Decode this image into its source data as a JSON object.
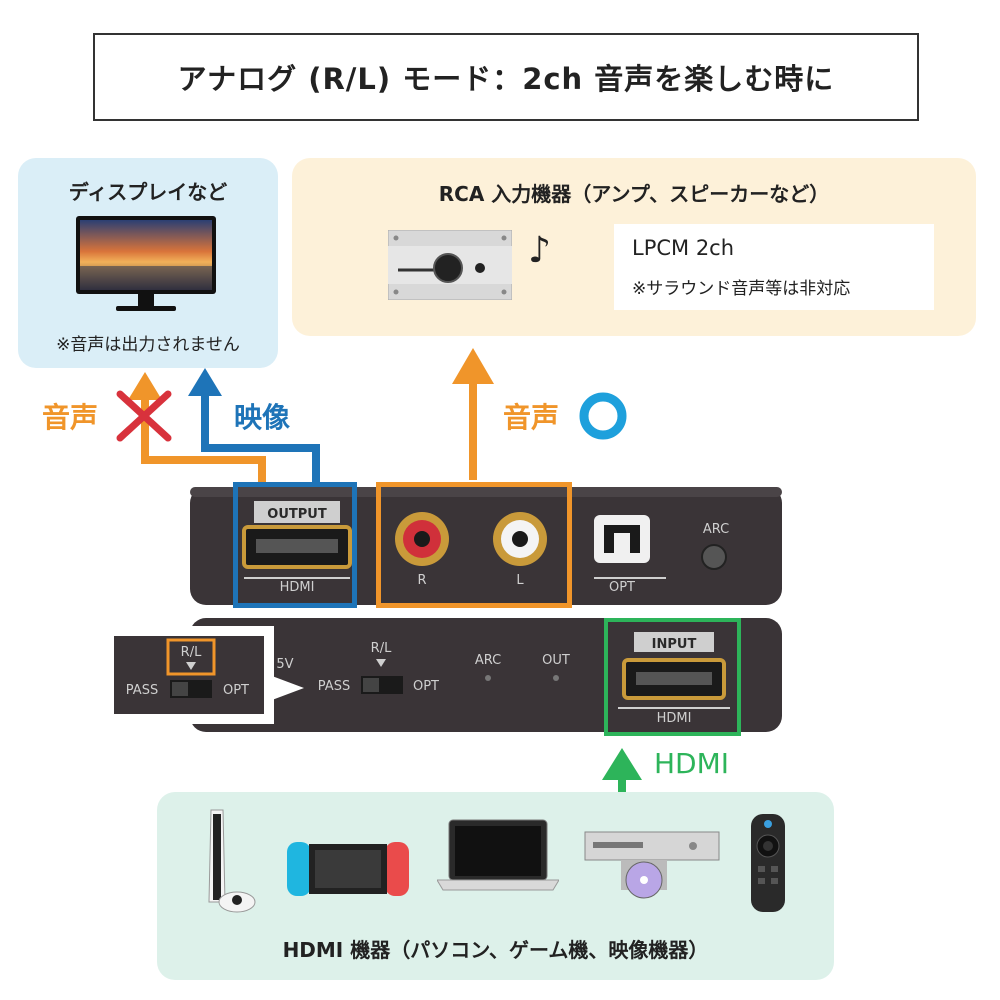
{
  "title": "アナログ (R/L) モード：2ch 音声を楽しむ時に",
  "display_panel": {
    "title": "ディスプレイなど",
    "note": "※音声は出力されません"
  },
  "rca_panel": {
    "title": "RCA 入力機器（アンプ、スピーカーなど）",
    "format": "LPCM 2ch",
    "note": "※サラウンド音声等は非対応"
  },
  "arrows": {
    "audio_ng_label": "音声",
    "video_label": "映像",
    "audio_ok_label": "音声",
    "hdmi_label": "HDMI"
  },
  "output_unit": {
    "output_tag": "OUTPUT",
    "hdmi_label": "HDMI",
    "r_label": "R",
    "l_label": "L",
    "opt_label": "OPT",
    "arc_label": "ARC"
  },
  "input_unit": {
    "dc_label": "5V",
    "switch_top": "R/L",
    "pass_label": "PASS",
    "opt_label": "OPT",
    "arc_label": "ARC",
    "out_label": "OUT",
    "input_tag": "INPUT",
    "hdmi_label": "HDMI"
  },
  "hdmi_panel": {
    "title": "HDMI 機器（パソコン、ゲーム機、映像機器）",
    "devices": [
      "game-console",
      "handheld-console",
      "laptop",
      "dvd-player",
      "remote"
    ]
  },
  "colors": {
    "orange": "#f0952a",
    "blue": "#1e74b8",
    "green": "#2db45a",
    "red_x": "#d8323c",
    "device_body": "#3a3437"
  }
}
